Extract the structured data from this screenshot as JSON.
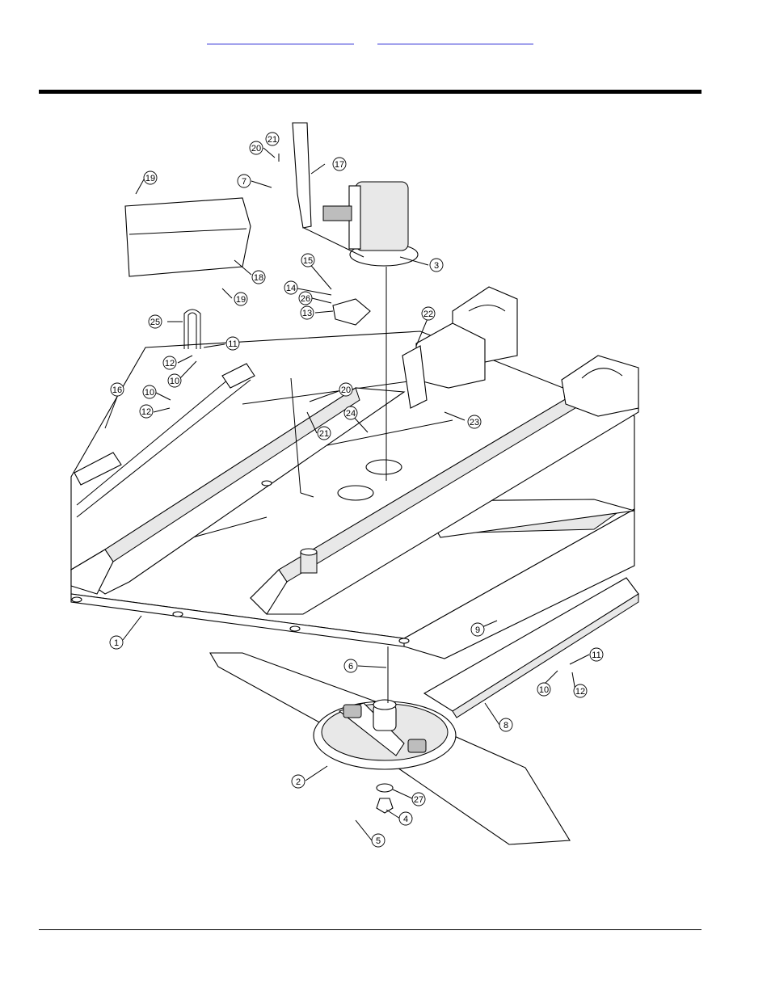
{
  "header": {
    "link_1": "",
    "link_2": ""
  },
  "callouts": [
    {
      "n": "21"
    },
    {
      "n": "20"
    },
    {
      "n": "17"
    },
    {
      "n": "19"
    },
    {
      "n": "7"
    },
    {
      "n": "3"
    },
    {
      "n": "18"
    },
    {
      "n": "15"
    },
    {
      "n": "19"
    },
    {
      "n": "14"
    },
    {
      "n": "26"
    },
    {
      "n": "13"
    },
    {
      "n": "22"
    },
    {
      "n": "25"
    },
    {
      "n": "11"
    },
    {
      "n": "12"
    },
    {
      "n": "10"
    },
    {
      "n": "16"
    },
    {
      "n": "10"
    },
    {
      "n": "20"
    },
    {
      "n": "12"
    },
    {
      "n": "24"
    },
    {
      "n": "23"
    },
    {
      "n": "21"
    },
    {
      "n": "1"
    },
    {
      "n": "9"
    },
    {
      "n": "11"
    },
    {
      "n": "6"
    },
    {
      "n": "10"
    },
    {
      "n": "12"
    },
    {
      "n": "8"
    },
    {
      "n": "2"
    },
    {
      "n": "27"
    },
    {
      "n": "4"
    },
    {
      "n": "5"
    }
  ]
}
